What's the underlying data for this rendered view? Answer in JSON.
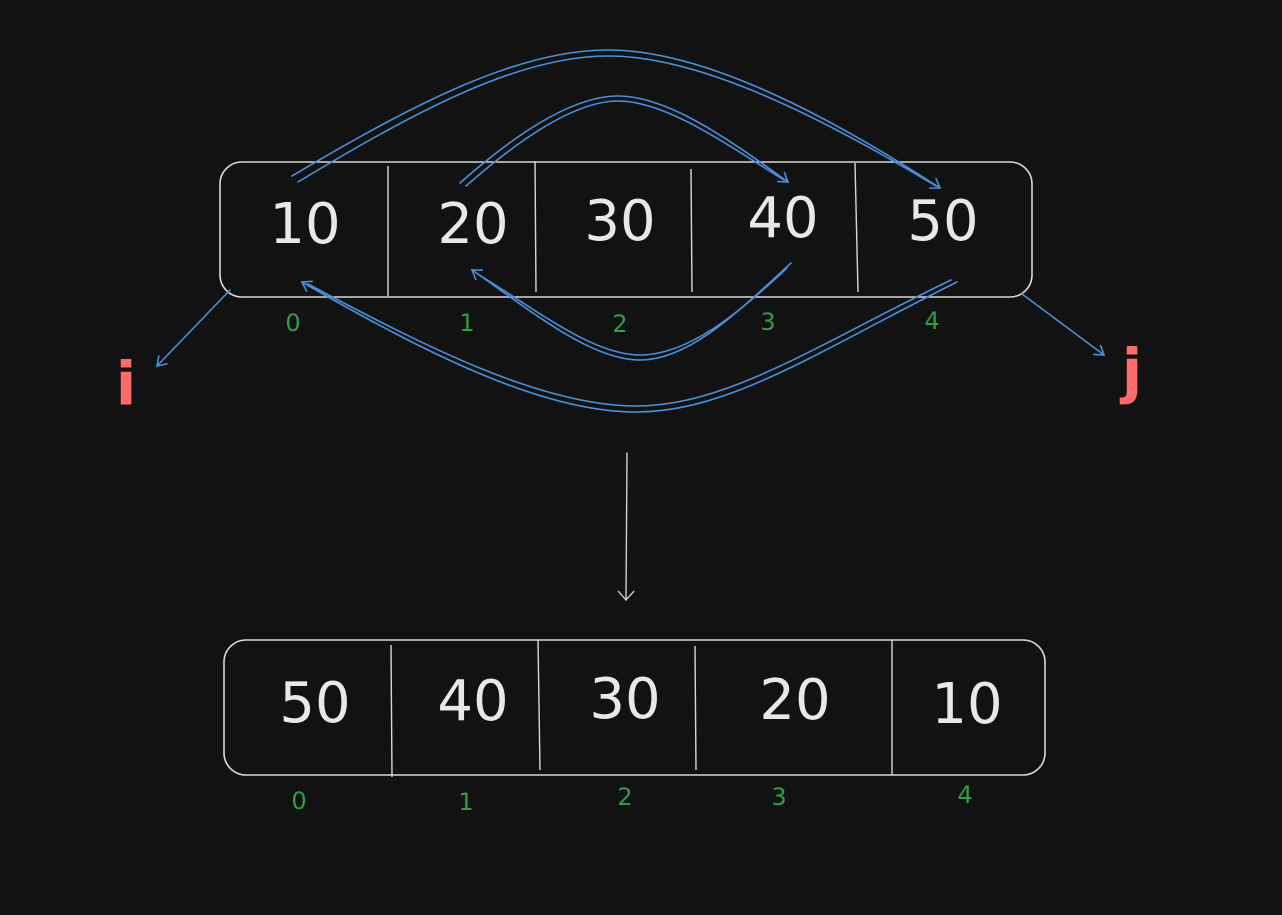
{
  "colors": {
    "background": "#121212",
    "box": "#d8d8d8",
    "value": "#e8e8e8",
    "index": "#2f9e44",
    "pointer": "#ff6b6b",
    "swap_arrow": "#4a90d9",
    "flow_arrow": "#cfcfcf"
  },
  "before": {
    "values": [
      "10",
      "20",
      "30",
      "40",
      "50"
    ],
    "indices": [
      "0",
      "1",
      "2",
      "3",
      "4"
    ]
  },
  "after": {
    "values": [
      "50",
      "40",
      "30",
      "20",
      "10"
    ],
    "indices": [
      "0",
      "1",
      "2",
      "3",
      "4"
    ]
  },
  "pointers": {
    "left": "i",
    "right": "j"
  }
}
